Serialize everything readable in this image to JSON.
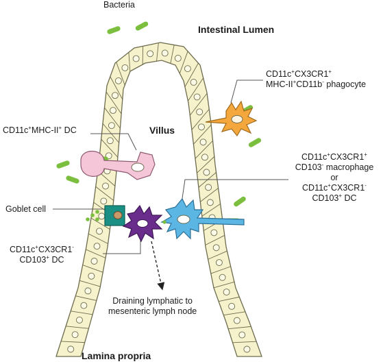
{
  "labels": {
    "bacteria": "Bacteria",
    "intestinal_lumen": "Intestinal Lumen",
    "villus": "Villus",
    "lamina_propria": "Lamina propria",
    "goblet_cell": "Goblet cell",
    "draining_lymphatic": [
      "Draining lymphatic to",
      "mesenteric lymph node"
    ],
    "dc_mhc": {
      "base": "CD11c",
      "s1": "+",
      "mid": "MHC-II",
      "s2": "+",
      "tail": " DC"
    },
    "phagocyte": {
      "line1": {
        "base": "CD11c",
        "s1": "+",
        "mid": "CX3CR1",
        "s2": "+"
      },
      "line2": {
        "base": "MHC-II",
        "s1": "+",
        "mid": "CD11b",
        "s2": "-",
        "tail": " phagocyte"
      }
    },
    "macrophage": {
      "line1": {
        "base": "CD11c",
        "s1": "+",
        "mid": "CX3CR1",
        "s2": "+"
      },
      "line2": {
        "base": "CD103",
        "s1": "-",
        "tail": " macrophage"
      },
      "or": "or",
      "line3": {
        "base": "CD11c",
        "s1": "+",
        "mid": "CX3CR1",
        "s2": "-"
      },
      "line4": {
        "base": "CD103",
        "s1": "+",
        "tail": " DC"
      }
    },
    "cd103_dc": {
      "line1": {
        "base": "CD11c",
        "s1": "+",
        "mid": "CX3CR1",
        "s2": "-"
      },
      "line2": {
        "base": "CD103",
        "s1": "+",
        "tail": " DC"
      }
    }
  },
  "colors": {
    "epithelium_fill": "#f6f3cc",
    "cell_outline": "#6d6b4e",
    "bacteria": "#7cbf3f",
    "goblet": "#1a8f83",
    "pink_dc": "#f4c6d8",
    "orange_phagocyte": "#f3a73c",
    "blue_macrophage": "#5bb6e4",
    "purple_dc": "#6a2d8c"
  }
}
